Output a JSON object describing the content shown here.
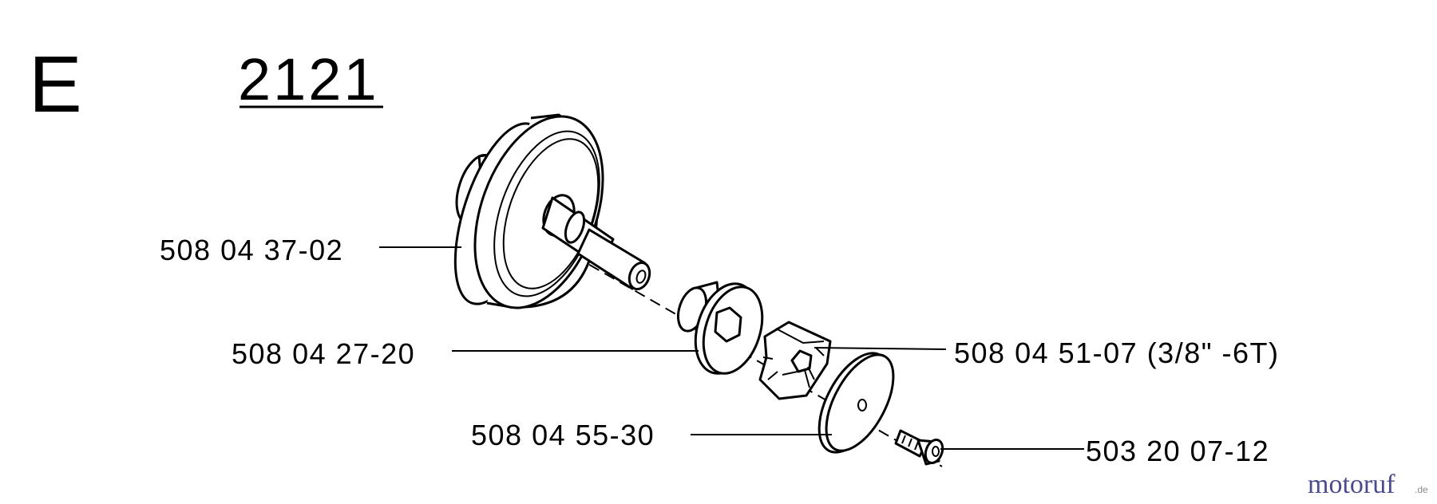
{
  "header": {
    "section_letter": "E",
    "model_number": "2121"
  },
  "parts": [
    {
      "id": "part-1",
      "number": "508 04 37-02"
    },
    {
      "id": "part-2",
      "number": "508 04 27-20"
    },
    {
      "id": "part-3",
      "number": "508 04 51-07 (3/8\" -6T)"
    },
    {
      "id": "part-4",
      "number": "508 04 55-30"
    },
    {
      "id": "part-5",
      "number": "503 20 07-12"
    }
  ],
  "watermark": {
    "text_main": "motoruf",
    "text_suffix": ".de",
    "color_main": "#4a4a8c"
  }
}
